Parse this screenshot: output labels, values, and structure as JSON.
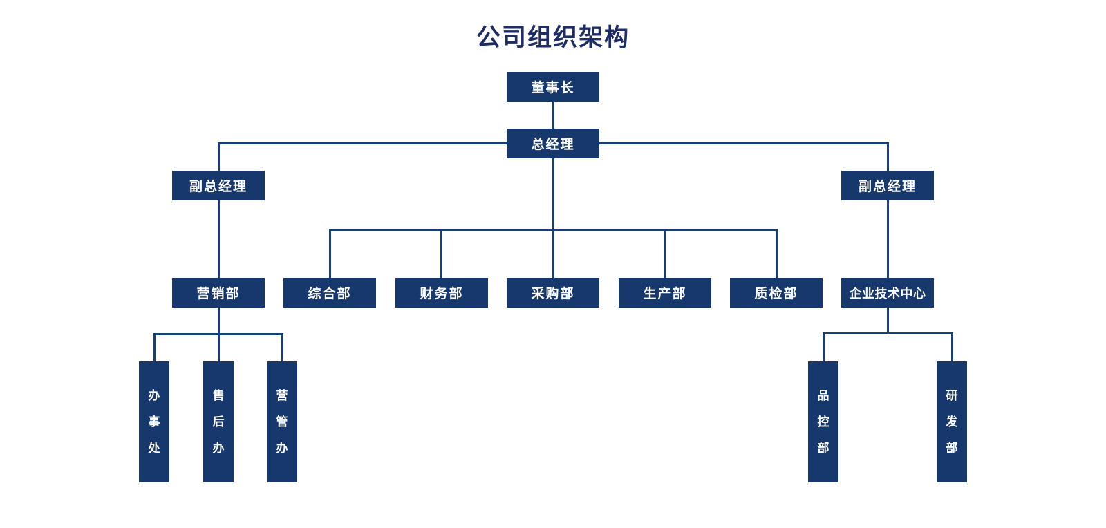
{
  "title": "公司组织架构",
  "colors": {
    "box_fill": "#17386C",
    "connector": "#164079",
    "title_text": "#1F2D66",
    "box_text": "#FFFFFF",
    "background": "#FFFFFF"
  },
  "org": {
    "level1": {
      "chairman": "董事长"
    },
    "level2": {
      "general_manager": "总经理"
    },
    "level3": {
      "deputy_gm_left": "副总经理",
      "deputy_gm_right": "副总经理"
    },
    "level4": {
      "marketing": "营销部",
      "general_affairs": "综合部",
      "finance": "财务部",
      "purchasing": "采购部",
      "production": "生产部",
      "quality_inspection": "质检部",
      "enterprise_tech_center": "企业技术中心"
    },
    "level5": {
      "sales_office": "办事处",
      "after_sales_office": "售后办",
      "marketing_mgmt_office": "营管办",
      "quality_control": "品控部",
      "research_development": "研发部"
    }
  }
}
